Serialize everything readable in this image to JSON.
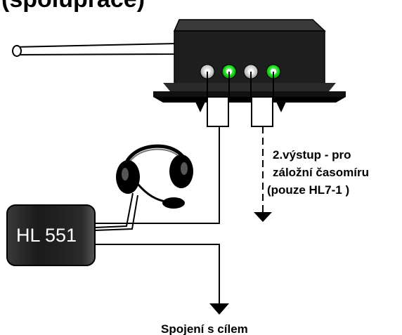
{
  "heading": "(spolupráce)",
  "device": {
    "name": "HL 551",
    "color": "#222222"
  },
  "timer_box": {
    "body_color": "#1e1e1e",
    "flange_color": "#111111",
    "connectors": [
      {
        "color": "#d0d0d0",
        "label": "white-connector"
      },
      {
        "color": "#22dd22",
        "label": "green-connector"
      },
      {
        "color": "#d0d0d0",
        "label": "white-connector"
      },
      {
        "color": "#22dd22",
        "label": "green-connector"
      }
    ]
  },
  "note": {
    "line1": "2.výstup - pro",
    "line2": "záložní časomíru",
    "line3": "(pouze HL7-1 )"
  },
  "bottom_label": "Spojení s cílem",
  "icons": {
    "headset": "headset-icon",
    "cable": "cable-icon"
  }
}
